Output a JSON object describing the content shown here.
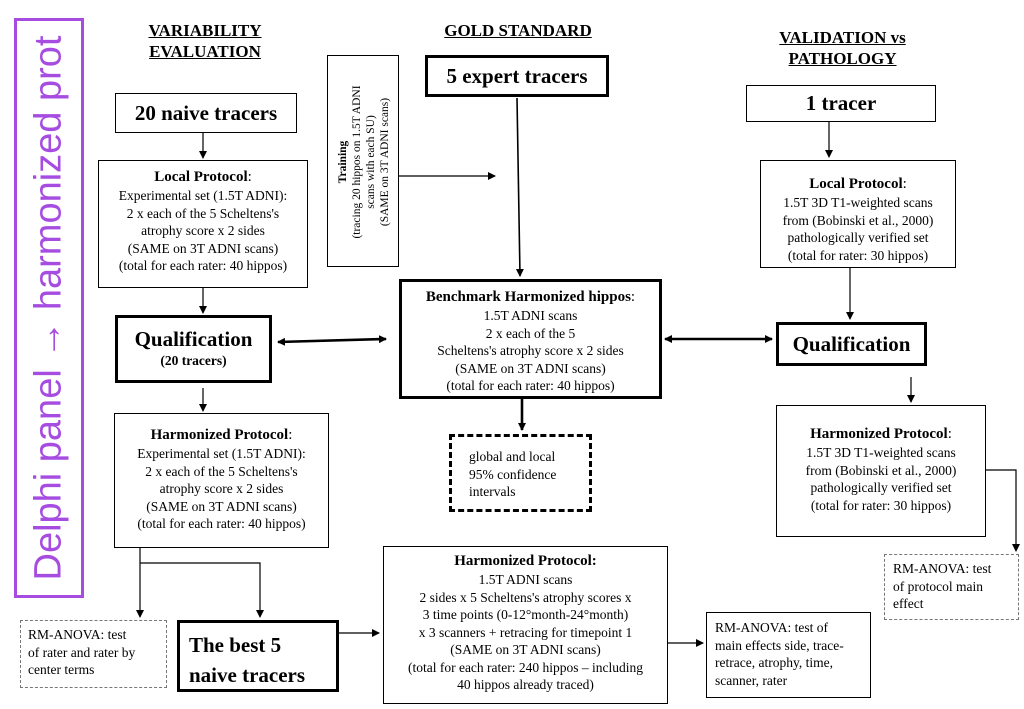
{
  "side_label": "Delphi panel → harmonized prot",
  "headers": {
    "variability": [
      "VARIABILITY",
      "EVALUATION"
    ],
    "gold": "GOLD STANDARD",
    "validation": [
      "VALIDATION vs",
      "PATHOLOGY"
    ]
  },
  "naive_tracers": "20 naive tracers",
  "expert_tracers": "5 expert tracers",
  "one_tracer": "1 tracer",
  "training": {
    "title": "Training",
    "lines": [
      "(tracing 20 hippos on 1.5T ADNI",
      "scans with each SU)",
      "(SAME on 3T ADNI scans)"
    ]
  },
  "local_left": {
    "title": "Local Protocol",
    "lines": [
      "Experimental set (1.5T ADNI):",
      "2 x each of the 5 Scheltens's",
      "atrophy score x 2 sides",
      "(SAME on 3T ADNI scans)",
      "(total for each rater: 40 hippos)"
    ]
  },
  "local_right": {
    "title": "Local Protocol",
    "lines": [
      "1.5T 3D T1-weighted scans",
      "from (Bobinski et al., 2000)",
      "pathologically verified set",
      "(total for rater: 30 hippos)"
    ]
  },
  "qual_left": {
    "title": "Qualification",
    "sub": "(20 tracers)"
  },
  "qual_right": {
    "title": "Qualification"
  },
  "benchmark": {
    "title": "Benchmark Harmonized hippos",
    "lines": [
      "1.5T ADNI scans",
      "2 x each of the 5",
      "Scheltens's atrophy score x 2 sides",
      "(SAME on 3T ADNI scans)",
      "(total for each rater: 40 hippos)"
    ]
  },
  "ci_box": [
    "global and local",
    "95% confidence",
    "intervals"
  ],
  "hp_left": {
    "title": "Harmonized Protocol",
    "lines": [
      "Experimental set (1.5T ADNI):",
      "2 x each of the 5 Scheltens's",
      "atrophy score x 2 sides",
      "(SAME on 3T ADNI scans)",
      "(total for each rater: 40 hippos)"
    ]
  },
  "hp_right": {
    "title": "Harmonized Protocol",
    "lines": [
      "1.5T 3D T1-weighted scans",
      "from (Bobinski et al., 2000)",
      "pathologically verified set",
      "(total for rater: 30 hippos)"
    ]
  },
  "hp_center": {
    "title": "Harmonized Protocol:",
    "lines": [
      "1.5T ADNI scans",
      "2 sides x 5 Scheltens's atrophy scores x",
      "3 time points (0-12°month-24°month)",
      "x 3 scanners + retracing for timepoint 1",
      "(SAME on 3T ADNI scans)",
      "(total for each rater: 240 hippos – including",
      "40 hippos already traced)"
    ]
  },
  "best5": [
    "The best 5",
    "naive tracers"
  ],
  "rm_left": [
    "RM-ANOVA: test",
    "of rater and rater by",
    "center terms"
  ],
  "rm_center": [
    "RM-ANOVA: test of",
    "main effects side, trace-",
    "retrace, atrophy, time,",
    "scanner, rater"
  ],
  "rm_right": [
    "RM-ANOVA: test",
    "of protocol main",
    "effect"
  ]
}
